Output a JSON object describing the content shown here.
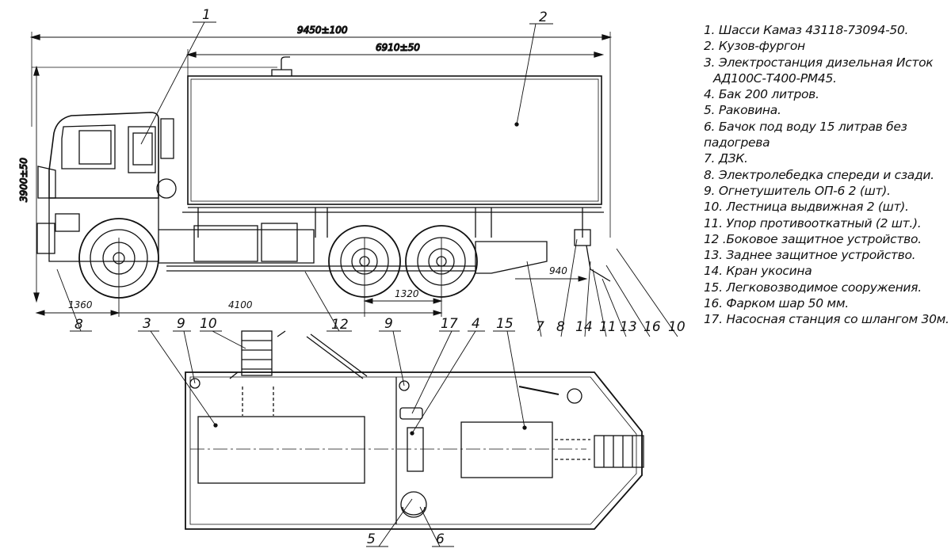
{
  "dimensions": {
    "overall_length": "9450±100",
    "body_length": "6910±50",
    "height": "3900±50",
    "front_overhang": "1360",
    "wheelbase": "4100",
    "rear_axle_spacing": "1320",
    "rear_overhang": "940"
  },
  "side_view_callouts": [
    "1",
    "2",
    "8",
    "12",
    "7",
    "8",
    "14",
    "11",
    "13",
    "16",
    "10"
  ],
  "plan_view_callouts": [
    "3",
    "9",
    "10",
    "9",
    "17",
    "4",
    "15",
    "5",
    "6"
  ],
  "legend": [
    "1. Шасси Камаз 43118-73094-50.",
    "2. Кузов-фургон",
    "3. Электростанция дизельная Исток",
    "АД100С-Т400-РМ45.",
    "4. Бак 200 литров.",
    "5. Раковина.",
    "6. Бачок под воду 15 литрав без",
    "падогрева",
    "7. ДЗК.",
    "8. Электролебедка спереди и сзади.",
    "9. Огнетушитель ОП-6 2 (шт).",
    "10. Лестница выдвижная 2 (шт).",
    "11. Упор противооткатный (2 шт.).",
    "12 .Боковое защитное устройство.",
    "13. Заднее защитное устройство.",
    "14. Кран укосина",
    "15. Легковозводимое сооружения.",
    "16. Фарком шар 50 мм.",
    "17. Насосная станция со шлангом 30м."
  ]
}
